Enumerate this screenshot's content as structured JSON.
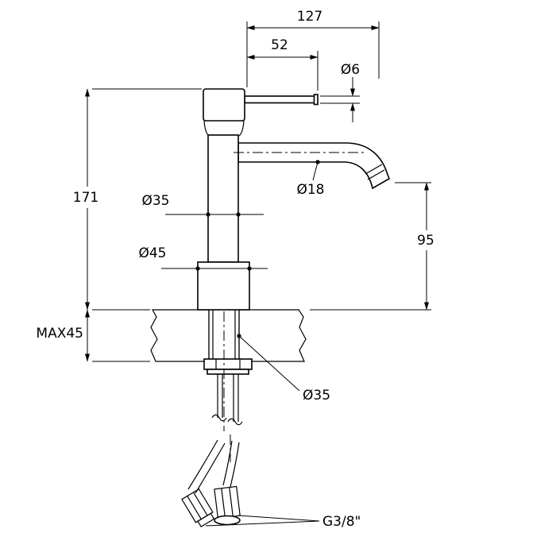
{
  "drawing": {
    "background": "#ffffff",
    "line_color": "#000000",
    "labels": {
      "dim_width_top": "127",
      "dim_handle": "52",
      "dim_handle_rod": "Ø6",
      "dim_height_total": "171",
      "dim_body_diameter": "Ø35",
      "dim_base_diameter": "Ø45",
      "dim_spout_diameter": "Ø18",
      "dim_spout_height": "95",
      "dim_deck_max": "MAX45",
      "dim_shank_diameter": "Ø35",
      "dim_thread": "G3/8\""
    }
  }
}
